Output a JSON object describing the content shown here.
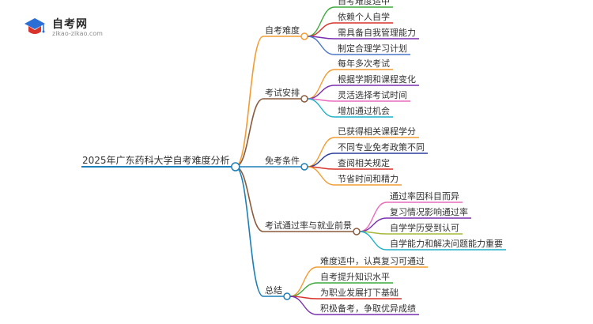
{
  "logo": {
    "title": "自考网",
    "domain": "zikao-zikao.com"
  },
  "mindmap": {
    "root": "2025年广东药科大学自考难度分析",
    "branches": [
      {
        "label": "自考难度",
        "color": "#f39c32",
        "children": [
          {
            "label": "自考难度适中",
            "color": "#3daa3d"
          },
          {
            "label": "依赖个人自学",
            "color": "#d9342b"
          },
          {
            "label": "需具备自我管理能力",
            "color": "#7a2fb0"
          },
          {
            "label": "制定合理学习计划",
            "color": "#4a76c9"
          }
        ]
      },
      {
        "label": "考试安排",
        "color": "#8c5a3c",
        "children": [
          {
            "label": "每年多次考试",
            "color": "#f39c32"
          },
          {
            "label": "根据学期和课程变化",
            "color": "#7a2fb0"
          },
          {
            "label": "灵活选择考试时间",
            "color": "#ea6bbd"
          },
          {
            "label": "增加通过机会",
            "color": "#1fb1c9"
          }
        ]
      },
      {
        "label": "免考条件",
        "color": "#1b7fb8",
        "children": [
          {
            "label": "已获得相关课程学分",
            "color": "#f39c32"
          },
          {
            "label": "不同专业免考政策不同",
            "color": "#2a3f9b"
          },
          {
            "label": "查阅相关规定",
            "color": "#d9342b"
          },
          {
            "label": "节省时间和精力",
            "color": "#f39c32"
          }
        ]
      },
      {
        "label": "考试通过率与就业前景",
        "color": "#8c5a3c",
        "children": [
          {
            "label": "通过率因科目而异",
            "color": "#ea6bbd"
          },
          {
            "label": "复习情况影响通过率",
            "color": "#7a2fb0"
          },
          {
            "label": "自学学历受到认可",
            "color": "#a6b83a"
          },
          {
            "label": "自学能力和解决问题能力重要",
            "color": "#1fb1c9"
          }
        ]
      },
      {
        "label": "总结",
        "color": "#1b7fb8",
        "children": [
          {
            "label": "难度适中，认真复习可通过",
            "color": "#f39c32"
          },
          {
            "label": "自考提升知识水平",
            "color": "#3daa3d"
          },
          {
            "label": "为职业发展打下基础",
            "color": "#d9342b"
          },
          {
            "label": "积极备考，争取优异成绩",
            "color": "#7a2fb0"
          }
        ]
      }
    ]
  },
  "colors": {
    "root_line": "#1b7fb8",
    "text": "#333333"
  }
}
